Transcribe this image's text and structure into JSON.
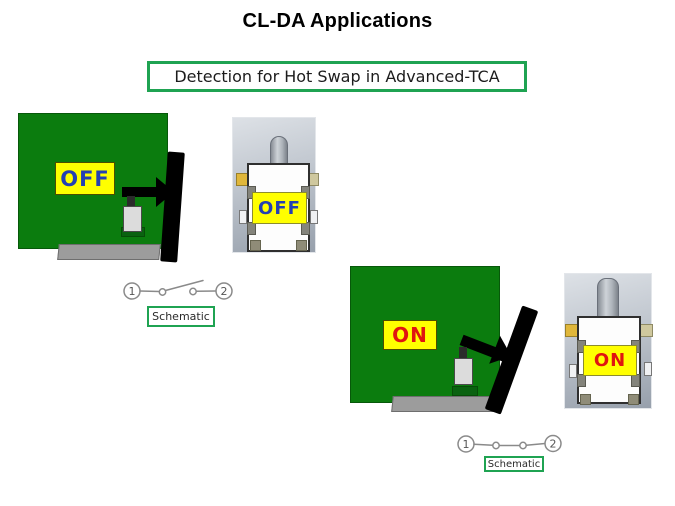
{
  "title": "CL-DA Applications",
  "subtitle": "Detection for Hot Swap in Advanced-TCA",
  "colors": {
    "pcb_green": "#0b7c0e",
    "label_yellow": "#ffff00",
    "off_text_blue": "#2440b3",
    "on_text_red": "#e01410",
    "accent_green": "#1fa352",
    "lever_black": "#000000",
    "edge_connector_gray": "#9c9c9c",
    "render_background_gray": "#aab2bd"
  },
  "scene_off": {
    "board_label": "OFF",
    "switch_label": "OFF",
    "schematic": {
      "caption": "Schematic",
      "terminal_left": "1",
      "terminal_right": "2",
      "state": "open"
    }
  },
  "scene_on": {
    "board_label": "ON",
    "switch_label": "ON",
    "schematic": {
      "caption": "Schematic",
      "terminal_left": "1",
      "terminal_right": "2",
      "state": "closed"
    }
  }
}
